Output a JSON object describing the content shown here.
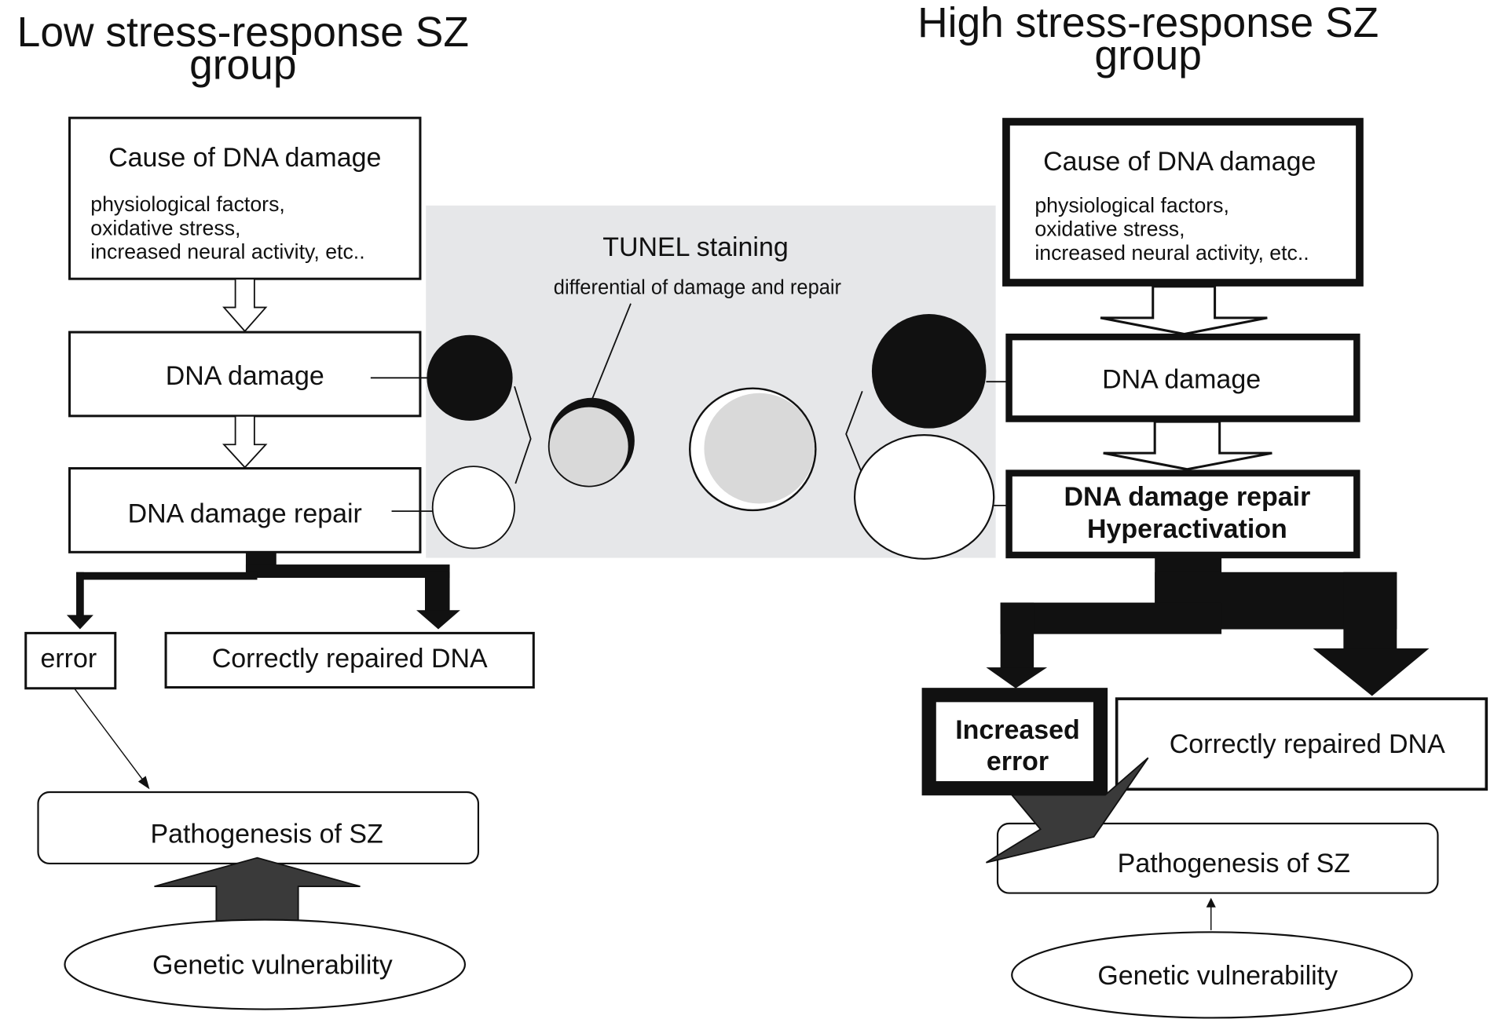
{
  "left": {
    "title": [
      "Low stress-response SZ",
      "group"
    ],
    "cause": {
      "title": "Cause of DNA damage",
      "items": [
        "physiological factors,",
        "oxidative stress,",
        "increased neural activity, etc.."
      ]
    },
    "damage": "DNA damage",
    "repair": "DNA damage repair",
    "error": "error",
    "correct": "Correctly repaired DNA",
    "pathogenesis": "Pathogenesis of SZ",
    "genetic": "Genetic vulnerability"
  },
  "center": {
    "title": "TUNEL staining",
    "subtitle": "differential of damage and repair"
  },
  "right": {
    "title": [
      "High stress-response SZ",
      "group"
    ],
    "cause": {
      "title": "Cause of DNA damage",
      "items": [
        "physiological factors,",
        "oxidative stress,",
        "increased neural activity, etc.."
      ]
    },
    "damage": "DNA damage",
    "repair": [
      "DNA damage repair",
      "Hyperactivation"
    ],
    "error": [
      "Increased",
      "error"
    ],
    "correct": "Correctly repaired DNA",
    "pathogenesis": "Pathogenesis of SZ",
    "genetic": "Genetic vulnerability"
  },
  "colors": {
    "panel": "#e6e7e9",
    "stain_gray": "#d9d9d9",
    "dark_arrow": "#3a3a3a"
  }
}
